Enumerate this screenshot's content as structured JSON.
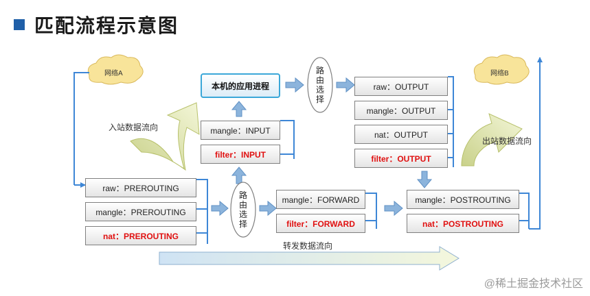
{
  "title": "匹配流程示意图",
  "clouds": {
    "left": "网络A",
    "right": "网络B"
  },
  "labels": {
    "inbound": "入站数据流向",
    "outbound": "出站数据流向",
    "forward": "转发数据流向",
    "route1": [
      "路",
      "由",
      "选",
      "择"
    ],
    "route2": [
      "路",
      "由",
      "选",
      "择"
    ]
  },
  "app_process": "本机的应用进程",
  "input_chain": [
    "mangle：INPUT",
    "filter：INPUT"
  ],
  "output_chain": [
    "raw：OUTPUT",
    "mangle：OUTPUT",
    "nat：OUTPUT",
    "filter：OUTPUT"
  ],
  "prerouting_chain": [
    "raw：PREROUTING",
    "mangle：PREROUTING",
    "nat：PREROUTING"
  ],
  "forward_chain": [
    "mangle：FORWARD",
    "filter：FORWARD"
  ],
  "postrouting_chain": [
    "mangle：POSTROUTING",
    "nat：POSTROUTING"
  ],
  "watermark": "@稀土掘金技术社区",
  "colors": {
    "flow_line": "#3d86d6",
    "fat_arrow": "#8cb4dc",
    "curve_arrow": "#e3eab5",
    "red_text": "#e01010",
    "title_square": "#1f5fa8"
  }
}
